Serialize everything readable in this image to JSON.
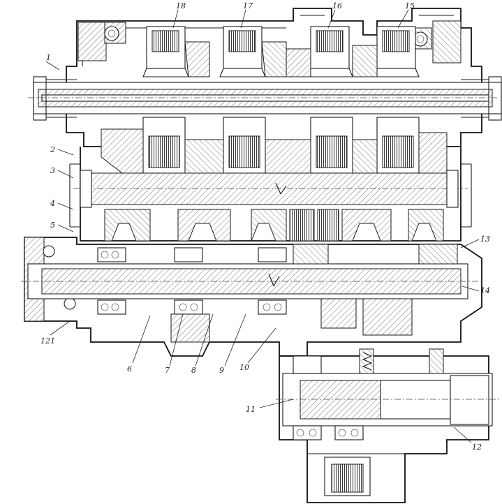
{
  "callouts": {
    "c1": "1",
    "c2": "2",
    "c3": "3",
    "c4": "4",
    "c5": "5",
    "c6": "6",
    "c7": "7",
    "c8": "8",
    "c9": "9",
    "c10": "10",
    "c11": "11",
    "c12": "12",
    "c13": "13",
    "c14": "14",
    "c15": "15",
    "c16": "16",
    "c17": "17",
    "c18": "18",
    "c121": "121"
  }
}
